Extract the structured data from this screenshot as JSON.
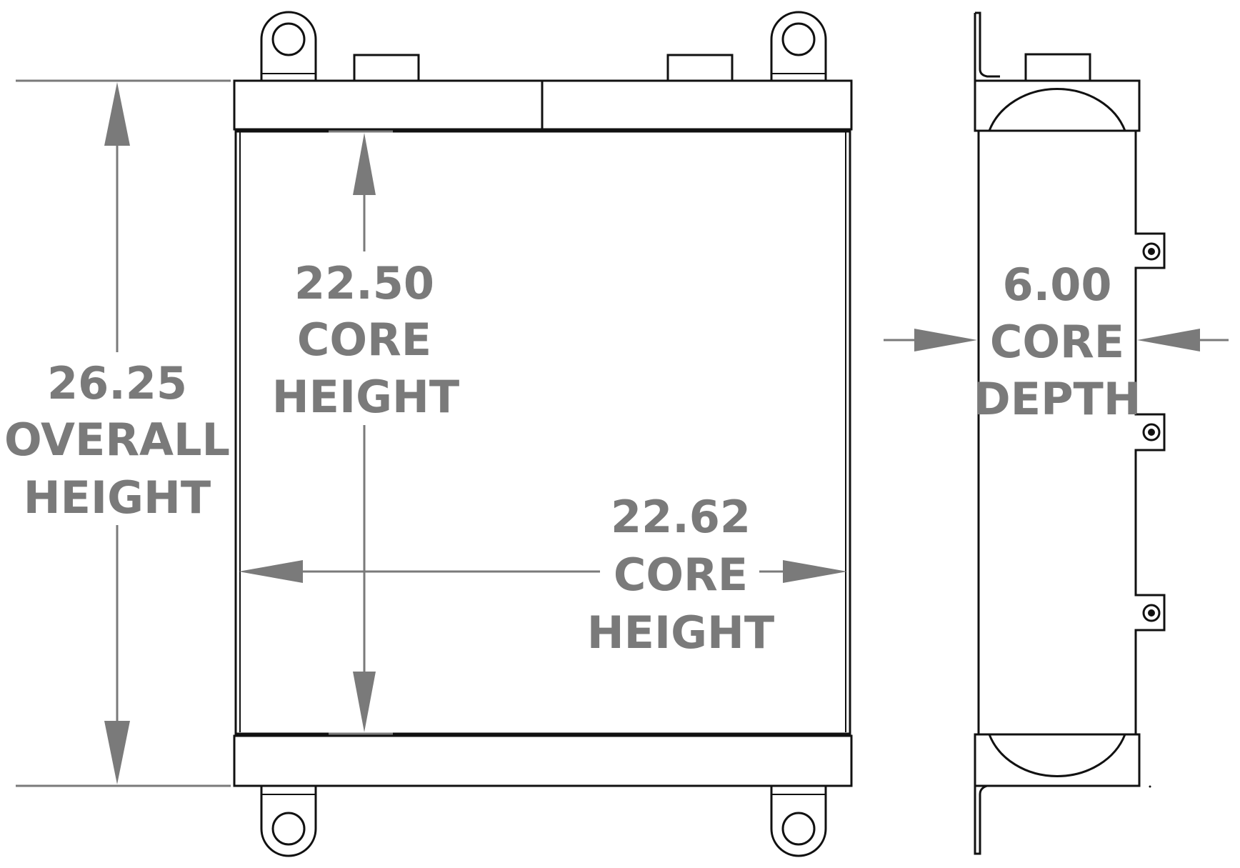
{
  "overall_height": {
    "value": "26.25",
    "line1": "OVERALL",
    "line2": "HEIGHT"
  },
  "core_height": {
    "value": "22.50",
    "line1": "CORE",
    "line2": "HEIGHT"
  },
  "core_width": {
    "value": "22.62",
    "line1": "CORE",
    "line2": "HEIGHT"
  },
  "core_depth": {
    "value": "6.00",
    "line1": "CORE",
    "line2": "DEPTH"
  },
  "colors": {
    "line": "#111111",
    "dimension": "#7a7a7a",
    "background": "#ffffff"
  }
}
